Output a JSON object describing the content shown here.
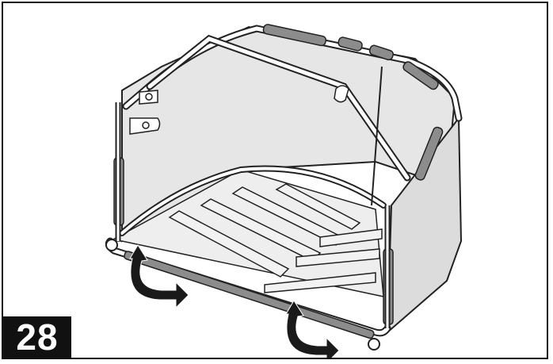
{
  "step": {
    "number": "28"
  },
  "colors": {
    "frame_border": "#111111",
    "mesh_fill": "#e6e6e6",
    "foam_grip": "#8c8c8c",
    "frame_tube": "#ffffff",
    "outline": "#222222",
    "arrow": "#1a1a1a",
    "badge_bg": "#111111",
    "badge_text": "#ffffff"
  },
  "illustration": {
    "subject": "basket-assembly",
    "arrows": [
      "curved-arrow-left",
      "curved-arrow-right"
    ]
  }
}
